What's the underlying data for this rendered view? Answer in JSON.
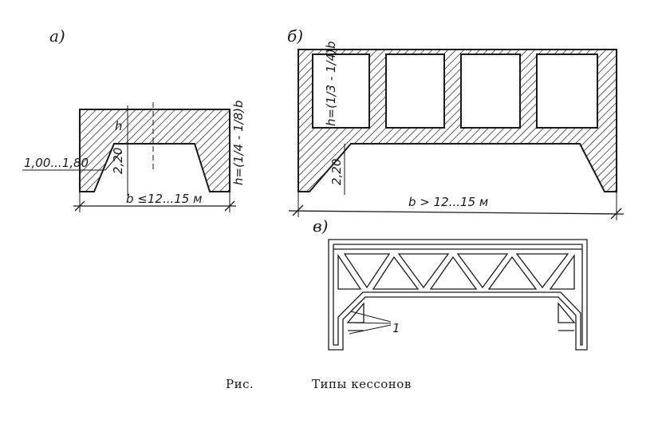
{
  "panels": {
    "a": {
      "label": "а)",
      "height_label": "h",
      "offset_label": "1,00...1,80",
      "gap_label": "2,20",
      "span_label": "b ≤12...15 м",
      "height_formula": "h=(1/4 - 1/8)b"
    },
    "b": {
      "label": "б)",
      "height_formula": "h=(1/3 - 1/4)b",
      "gap_label": "2,20",
      "span_label": "b > 12...15 м"
    },
    "c": {
      "label": "в)",
      "callout_label": "1"
    }
  },
  "caption": {
    "prefix": "Рис.",
    "title": "Типы кессонов"
  }
}
